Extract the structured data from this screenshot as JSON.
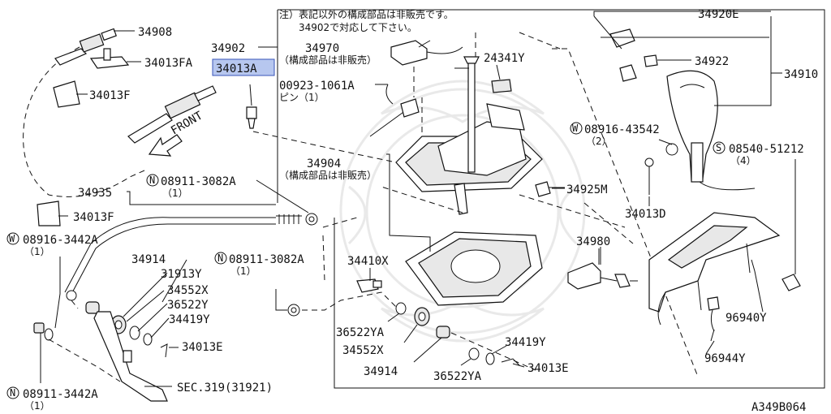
{
  "note": {
    "line1": "注）表記以外の構成部品は非販売です。",
    "line2": "34902で対応して下さい。"
  },
  "parts": {
    "p34908": "34908",
    "p34902": "34902",
    "p34013FA": "34013FA",
    "p34013A": "34013A",
    "p34013F_top": "34013F",
    "p34970": "34970",
    "p34970_note": "（構成部品は非販売）",
    "p24341Y": "24341Y",
    "p00923": "00923-1061A",
    "p00923_note": "ピン（1）",
    "front": "FRONT",
    "p34904": "34904",
    "p34904_note": "（構成部品は非販売）",
    "p34920E": "34920E",
    "p34922": "34922",
    "p34910": "34910",
    "w08916_43542": "08916-43542",
    "w08916_43542_qty": "（2）",
    "s08540": "08540-51212",
    "s08540_qty": "（4）",
    "p34925M": "34925M",
    "p34013D": "34013D",
    "p34935": "34935",
    "n08911_3082A_top": "08911-3082A",
    "n08911_3082A_top_qty": "（1）",
    "p34013F_bot": "34013F",
    "w08916_3442A": "08916-3442A",
    "w08916_3442A_qty": "（1）",
    "p34914_left": "34914",
    "p31913Y": "31913Y",
    "p34552X_left": "34552X",
    "p36522Y": "36522Y",
    "p34419Y_left": "34419Y",
    "p34013E_left": "34013E",
    "sec319": "SEC.319(31921)",
    "n08911_3442A": "08911-3442A",
    "n08911_3442A_qty": "（1）",
    "n08911_3082A_mid": "08911-3082A",
    "n08911_3082A_mid_qty": "（1）",
    "p34410X": "34410X",
    "p36522YA_mid": "36522YA",
    "p34552X_mid": "34552X",
    "p34914_mid": "34914",
    "p36522YA_bot": "36522YA",
    "p34419Y_right": "34419Y",
    "p34013E_right": "34013E",
    "p34980": "34980",
    "p96940Y": "96940Y",
    "p96944Y": "96944Y",
    "diagram_code": "A349B064"
  },
  "symbols": {
    "N": "N",
    "W": "W",
    "S": "S"
  },
  "colors": {
    "highlight": "#b7c7ef",
    "line": "#111111",
    "watermark": "#e9e9e9"
  }
}
